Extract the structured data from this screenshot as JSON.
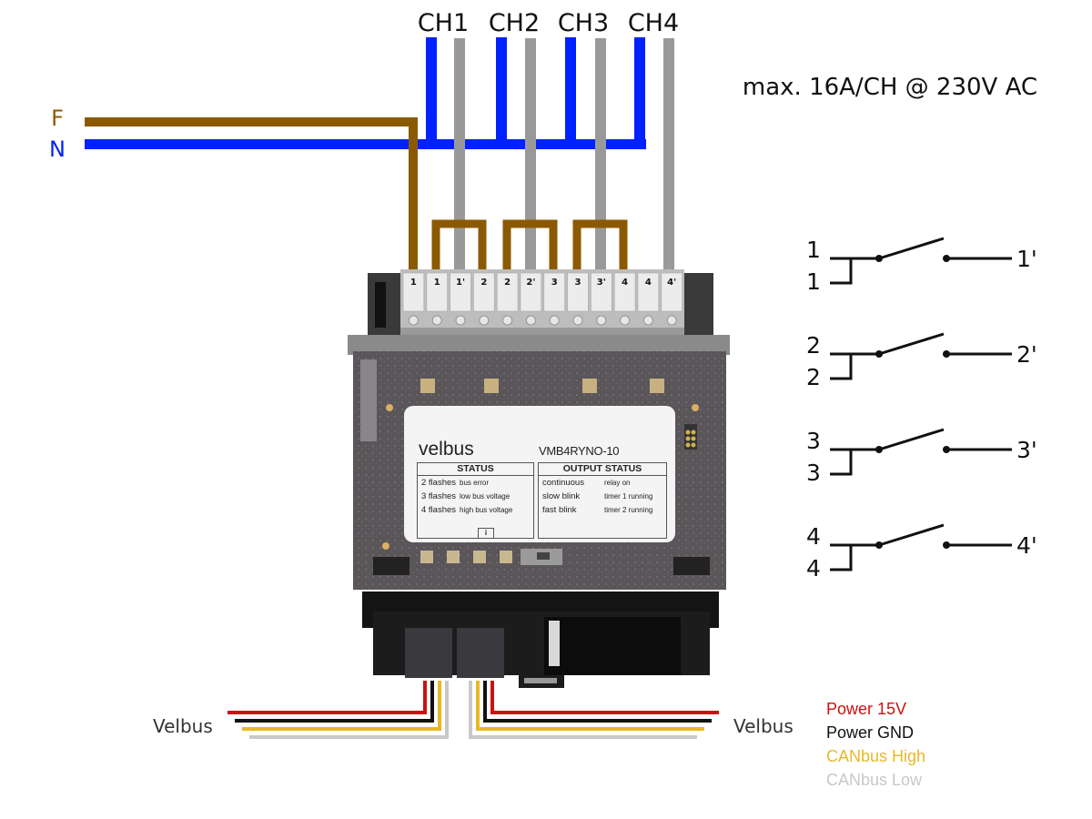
{
  "title": "VMB4RYNO-10 wiring diagram",
  "channels": [
    "CH1",
    "CH2",
    "CH3",
    "CH4"
  ],
  "rating": "max. 16A/CH @ 230V AC",
  "mains": {
    "phase_label": "F",
    "neutral_label": "N",
    "phase_color": "#8B5A00",
    "neutral_color": "#0022FF",
    "switched_color": "#999999"
  },
  "terminals": [
    "1",
    "1",
    "1'",
    "2",
    "2",
    "2'",
    "3",
    "3",
    "3'",
    "4",
    "4",
    "4'"
  ],
  "module": {
    "brand": "velbus",
    "model": "VMB4RYNO-10",
    "status": {
      "header": "STATUS",
      "rows": [
        {
          "key": "2 flashes",
          "value": "bus error"
        },
        {
          "key": "3 flashes",
          "value": "low bus voltage"
        },
        {
          "key": "4 flashes",
          "value": "high bus voltage"
        }
      ],
      "info_icon": "i"
    },
    "output_status": {
      "header": "OUTPUT STATUS",
      "rows": [
        {
          "key": "continuous",
          "value": "relay on"
        },
        {
          "key": "slow blink",
          "value": "timer 1 running"
        },
        {
          "key": "fast blink",
          "value": "timer 2 running"
        }
      ]
    }
  },
  "relays": [
    {
      "in_a": "1",
      "in_b": "1",
      "out": "1'"
    },
    {
      "in_a": "2",
      "in_b": "2",
      "out": "2'"
    },
    {
      "in_a": "3",
      "in_b": "3",
      "out": "3'"
    },
    {
      "in_a": "4",
      "in_b": "4",
      "out": "4'"
    }
  ],
  "bus": {
    "left_label": "Velbus",
    "right_label": "Velbus",
    "legend": [
      {
        "label": "Power 15V",
        "color": "#CC1111"
      },
      {
        "label": "Power GND",
        "color": "#111111"
      },
      {
        "label": "CANbus High",
        "color": "#E8B828"
      },
      {
        "label": "CANbus Low",
        "color": "#C8C8C8"
      }
    ]
  }
}
